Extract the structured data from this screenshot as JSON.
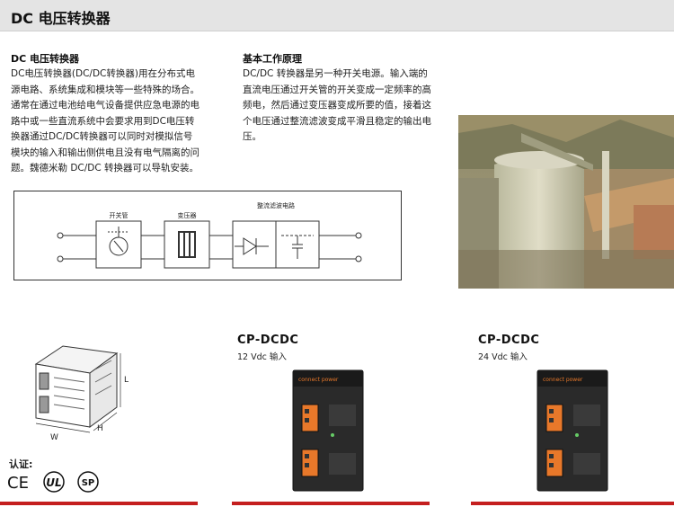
{
  "header": {
    "title": "DC 电压转换器"
  },
  "intro": {
    "heading": "DC 电压转换器",
    "lines": [
      "DC电压转换器(DC/DC转换器)用在分布式电",
      "源电路、系统集成和模块等一些特殊的场合。",
      "通常在通过电池给电气设备提供应急电源的电",
      "路中或一些直流系统中会要求用到DC电压转",
      "换器通过DC/DC转换器可以同时对模拟信号",
      "模块的输入和输出侧供电且没有电气隔离的问",
      "题。魏德米勒 DC/DC 转换器可以导轨安装。"
    ]
  },
  "principle": {
    "heading": "基本工作原理",
    "lines": [
      "DC/DC 转换器是另一种开关电源。输入端的",
      "直流电压通过开关管的开关变成一定频率的高",
      "频电，然后通过变压器变成所要的值，接着这",
      "个电压通过整流滤波变成平滑且稳定的输出电",
      "压。"
    ]
  },
  "diagram": {
    "label_switch": "开关管",
    "label_transformer": "变压器",
    "label_rectifier": "整流滤波电路"
  },
  "dimensions": {
    "label_w": "W",
    "label_h": "H",
    "label_l": "L"
  },
  "certification": {
    "label": "认证:",
    "ce": "CE",
    "ul": "UL",
    "csa": "SP"
  },
  "products": [
    {
      "name": "CP-DCDC",
      "spec": "12 Vdc 输入",
      "brand": "connect power"
    },
    {
      "name": "CP-DCDC",
      "spec": "24 Vdc 输入",
      "brand": "connect power"
    }
  ],
  "colors": {
    "accent": "#c41e1e",
    "header_bg": "#e4e4e4",
    "device_orange": "#e8782a"
  }
}
